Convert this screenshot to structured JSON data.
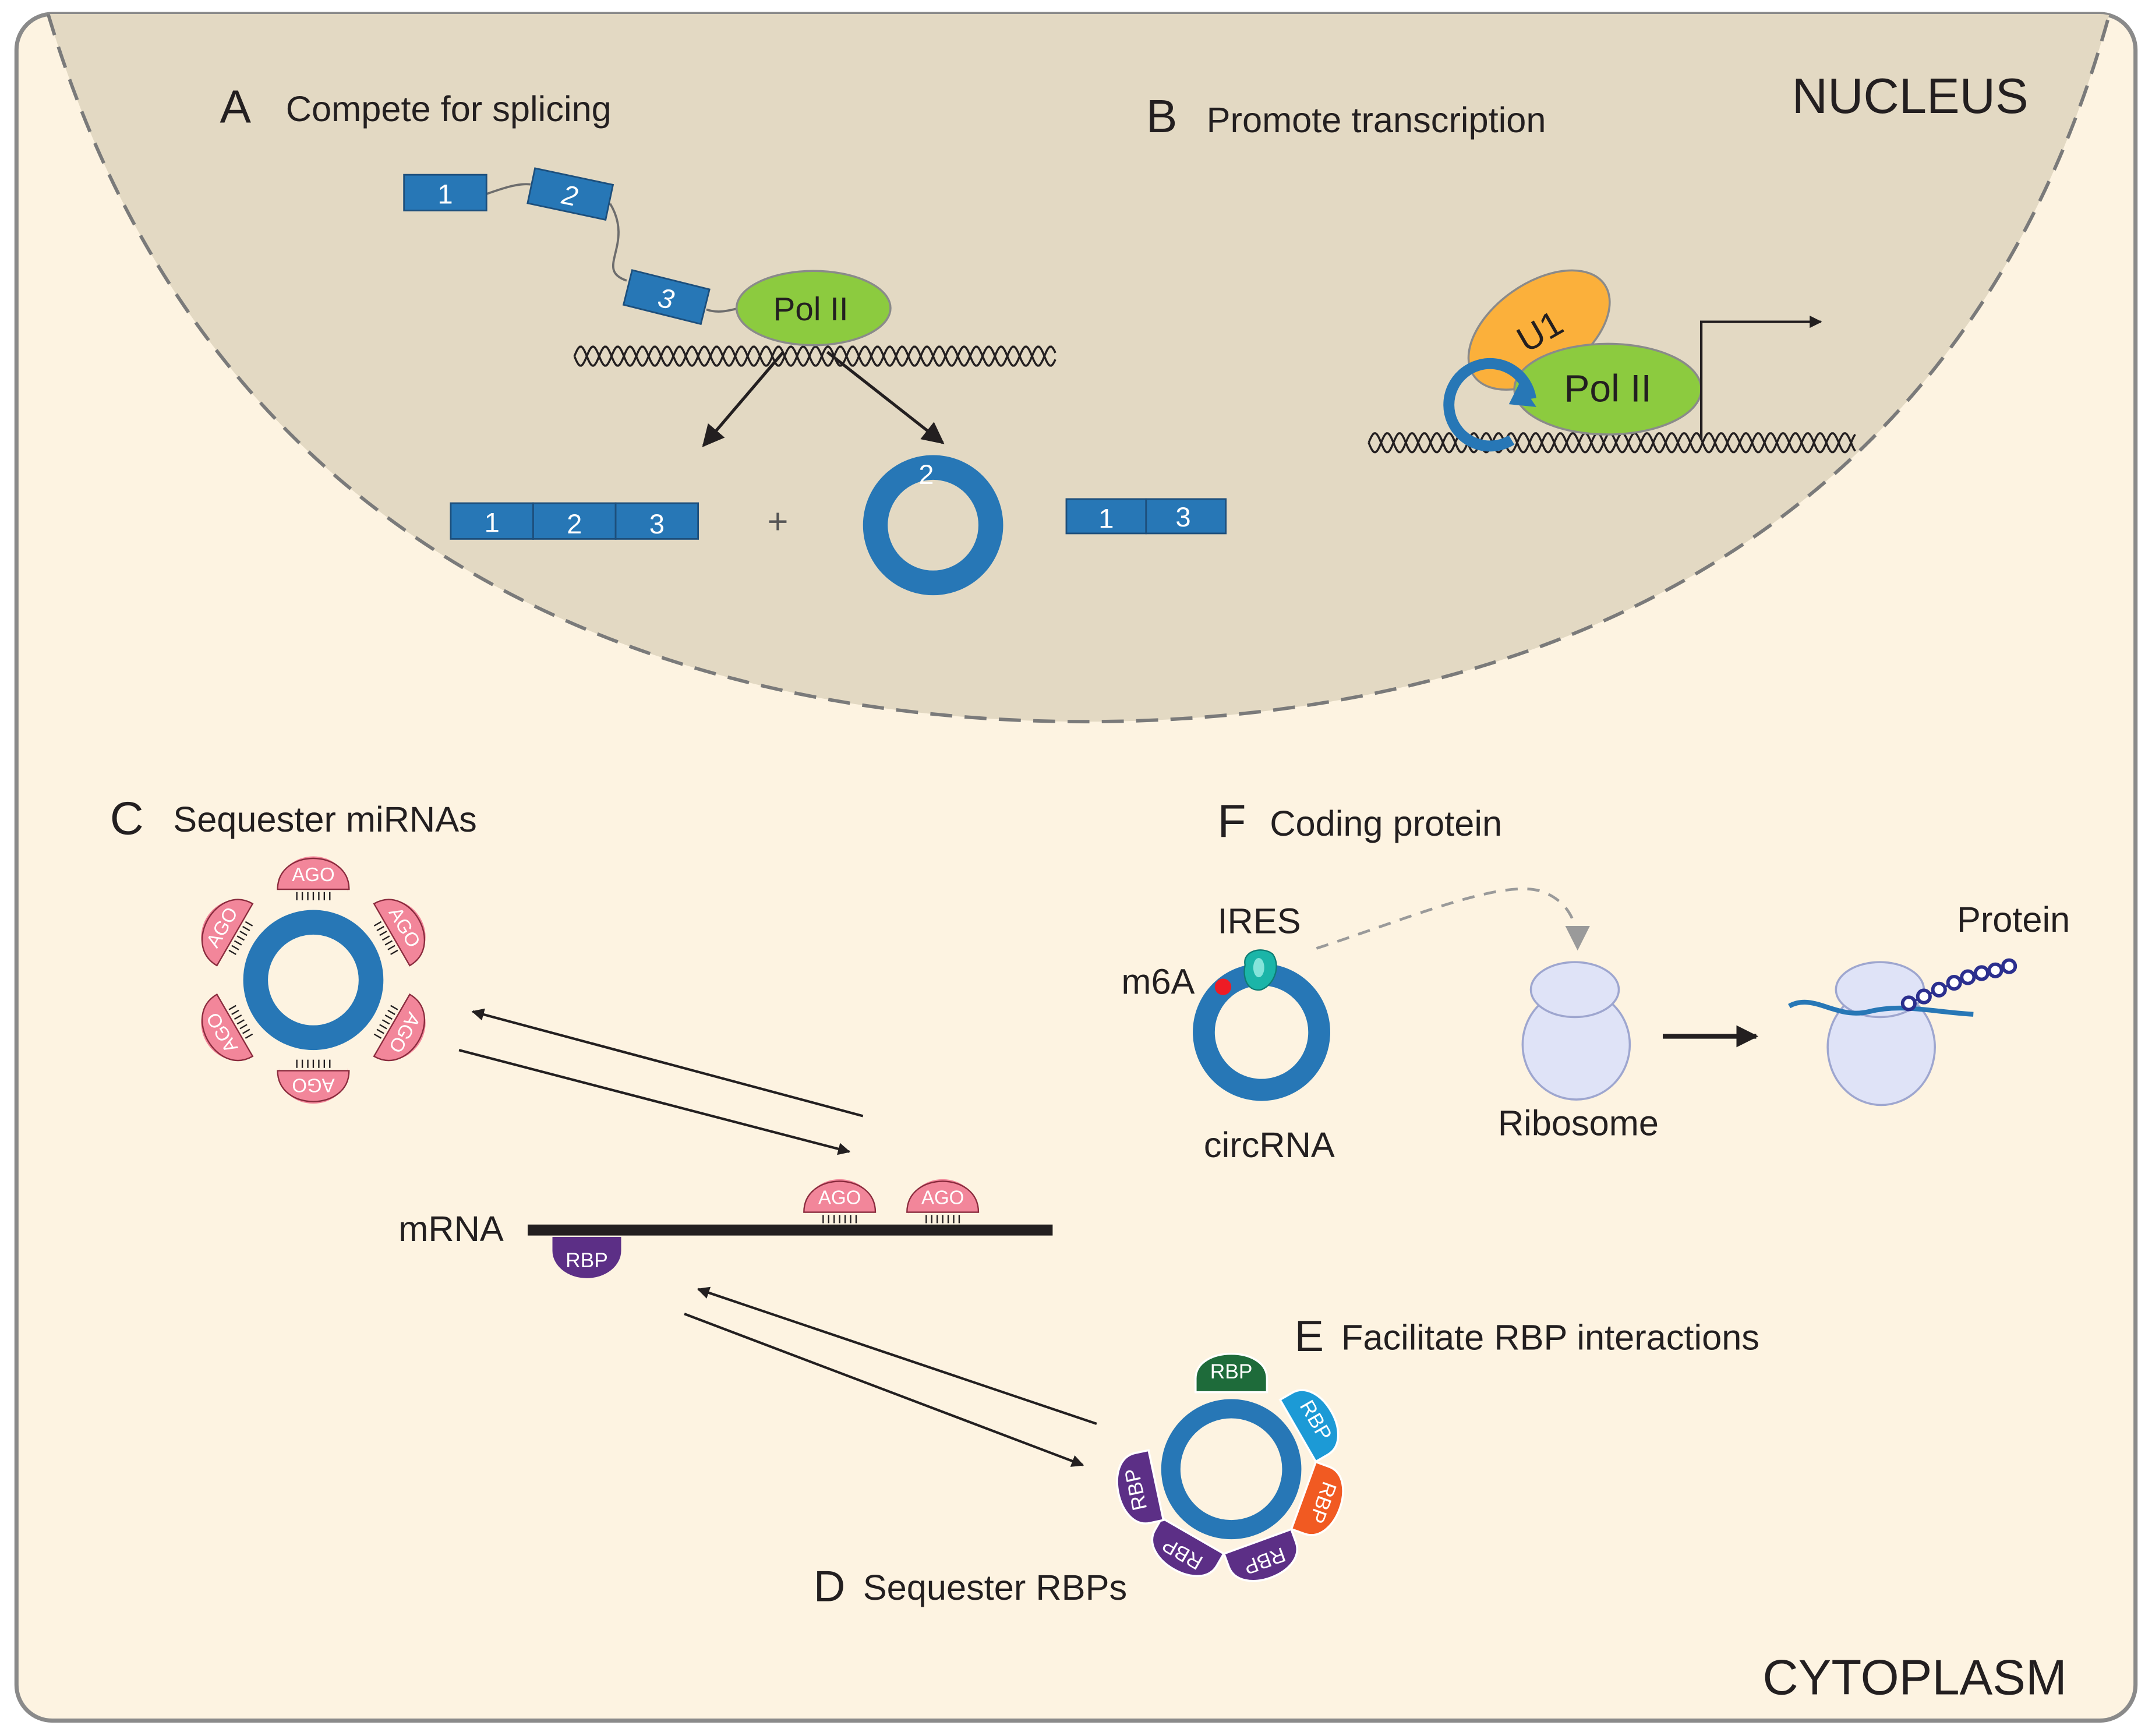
{
  "compartments": {
    "nucleus": "NUCLEUS",
    "cytoplasm": "CYTOPLASM"
  },
  "panels": {
    "a": {
      "letter": "A",
      "title": "Compete for splicing"
    },
    "b": {
      "letter": "B",
      "title": "Promote transcription"
    },
    "c": {
      "letter": "C",
      "title": "Sequester miRNAs"
    },
    "d": {
      "letter": "D",
      "title": "Sequester RBPs"
    },
    "e": {
      "letter": "E",
      "title": "Facilitate RBP interactions"
    },
    "f": {
      "letter": "F",
      "title": "Coding protein"
    }
  },
  "splicing": {
    "pre_exons": [
      "1",
      "2",
      "3"
    ],
    "pol": "Pol II",
    "linear_exons": [
      "1",
      "2",
      "3"
    ],
    "plus": "+",
    "circ_exon": "2",
    "skipped_exons": [
      "1",
      "3"
    ]
  },
  "transcription": {
    "u1": "U1",
    "pol": "Pol II"
  },
  "mirna": {
    "ago_label": "AGO",
    "ring_ago_count": 6,
    "mrna_label": "mRNA",
    "mrna_ago_count": 2,
    "mrna_rbp": "RBP"
  },
  "rbp": {
    "label": "RBP",
    "colors": [
      "#1e6b3a",
      "#1c9ad6",
      "#f15a22",
      "#5c2f86",
      "#5c2f86",
      "#5c2f86"
    ]
  },
  "coding": {
    "ires": "IRES",
    "m6a": "m6A",
    "circrna": "circRNA",
    "ribosome": "Ribosome",
    "protein": "Protein"
  },
  "colors": {
    "frame_bg": "#fdf3e1",
    "nucleus_bg": "#e3d9c3",
    "rna_blue": "#2777b6",
    "pol_green": "#8ccb3f",
    "u1_orange": "#fbb03b",
    "ago_pink": "#f2869a",
    "ribosome": "#dfe3f7",
    "text": "#231f20"
  }
}
